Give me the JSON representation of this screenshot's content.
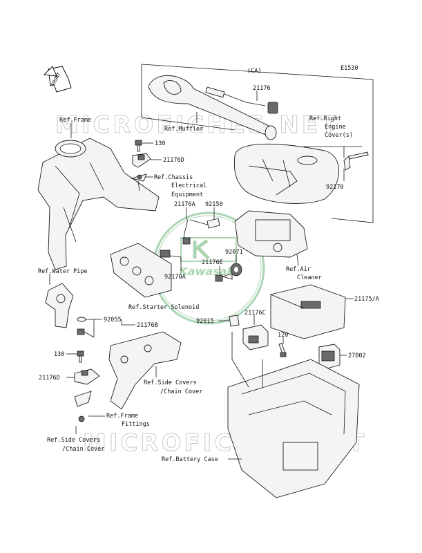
{
  "diagram_code": "E1530",
  "inset_label": "(CA)",
  "front_arrow_label": "FRONT",
  "watermark": {
    "text": "MICROFICHES.NET",
    "logo_text": "Kawasaki"
  },
  "part_labels": {
    "p21176": "21176",
    "p130a": "130",
    "p21176d_a": "21176D",
    "p21176a": "21176A",
    "p92150": "92150",
    "p92071": "92071",
    "p21176e": "21176E",
    "p92170a": "92170A",
    "p92170": "92170",
    "p21175a": "21175/A",
    "p92055": "92055",
    "p21176b": "21176B",
    "p92015": "92015",
    "p21176c": "21176C",
    "p120": "120",
    "p27002": "27002",
    "p130b": "130",
    "p21176d_b": "21176D"
  },
  "ref_labels": {
    "muffler": "Ref.Muffler",
    "right_engine_cover": [
      "Ref.Right",
      "Engine",
      "Cover(s)"
    ],
    "frame": "Ref.Frame",
    "chassis_electrical": [
      "Ref.Chassis",
      "Electrical",
      "Equipment"
    ],
    "water_pipe": "Ref.Water Pipe",
    "air_cleaner": [
      "Ref.Air",
      "Cleaner"
    ],
    "starter_solenoid": "Ref.Starter Solenoid",
    "side_covers_a": [
      "Ref.Side Covers",
      "/Chain Cover"
    ],
    "frame_fittings": [
      "Ref.Frame",
      "Fittings"
    ],
    "side_covers_b": [
      "Ref.Side Covers",
      "/Chain Cover"
    ],
    "battery_case": "Ref.Battery Case"
  },
  "colors": {
    "line": "#111111",
    "watermark": "#b8b8b8",
    "logo_green": "#3c9a4a"
  }
}
